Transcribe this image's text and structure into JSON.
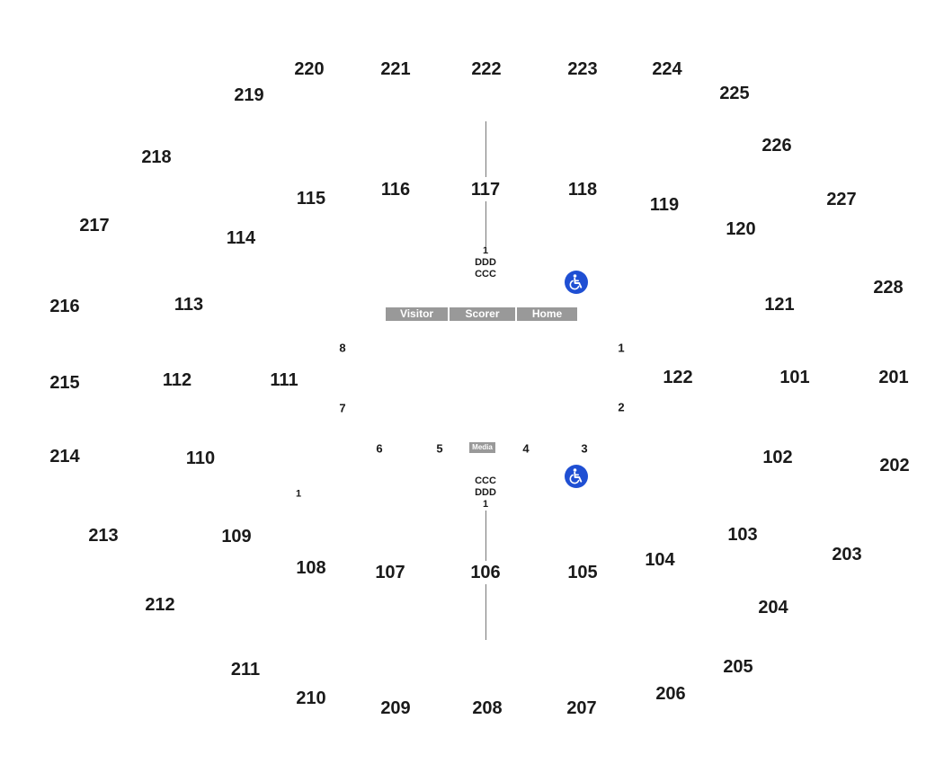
{
  "colors": {
    "accessible": "#1f4fd3",
    "label_bar": "#999999",
    "text": "#1a1a1a"
  },
  "upper_sections": [
    "220",
    "221",
    "222",
    "223",
    "224",
    "219",
    "225",
    "218",
    "226",
    "217",
    "227",
    "216",
    "228",
    "215",
    "201",
    "214",
    "202",
    "213",
    "203",
    "212",
    "204",
    "211",
    "205",
    "210",
    "206",
    "209",
    "208",
    "207"
  ],
  "lower_sections": [
    "116",
    "117",
    "118",
    "115",
    "119",
    "114",
    "120",
    "113",
    "121",
    "112",
    "111",
    "122",
    "101",
    "110",
    "102",
    "109",
    "103",
    "108",
    "107",
    "106",
    "105",
    "104"
  ],
  "small_labels": {
    "gate_8": "8",
    "gate_7": "7",
    "gate_1": "1",
    "gate_2": "2",
    "gate_6": "6",
    "gate_5": "5",
    "gate_4": "4",
    "gate_3": "3",
    "row_1_left": "1"
  },
  "top_stack": [
    "1",
    "DDD",
    "CCC"
  ],
  "bottom_stack": [
    "CCC",
    "DDD",
    "1"
  ],
  "scorer_table": [
    "Visitor",
    "Scorer",
    "Home"
  ],
  "media_label": "Media",
  "icons": {
    "accessible_top": "wheelchair-icon",
    "accessible_bottom": "wheelchair-icon"
  }
}
